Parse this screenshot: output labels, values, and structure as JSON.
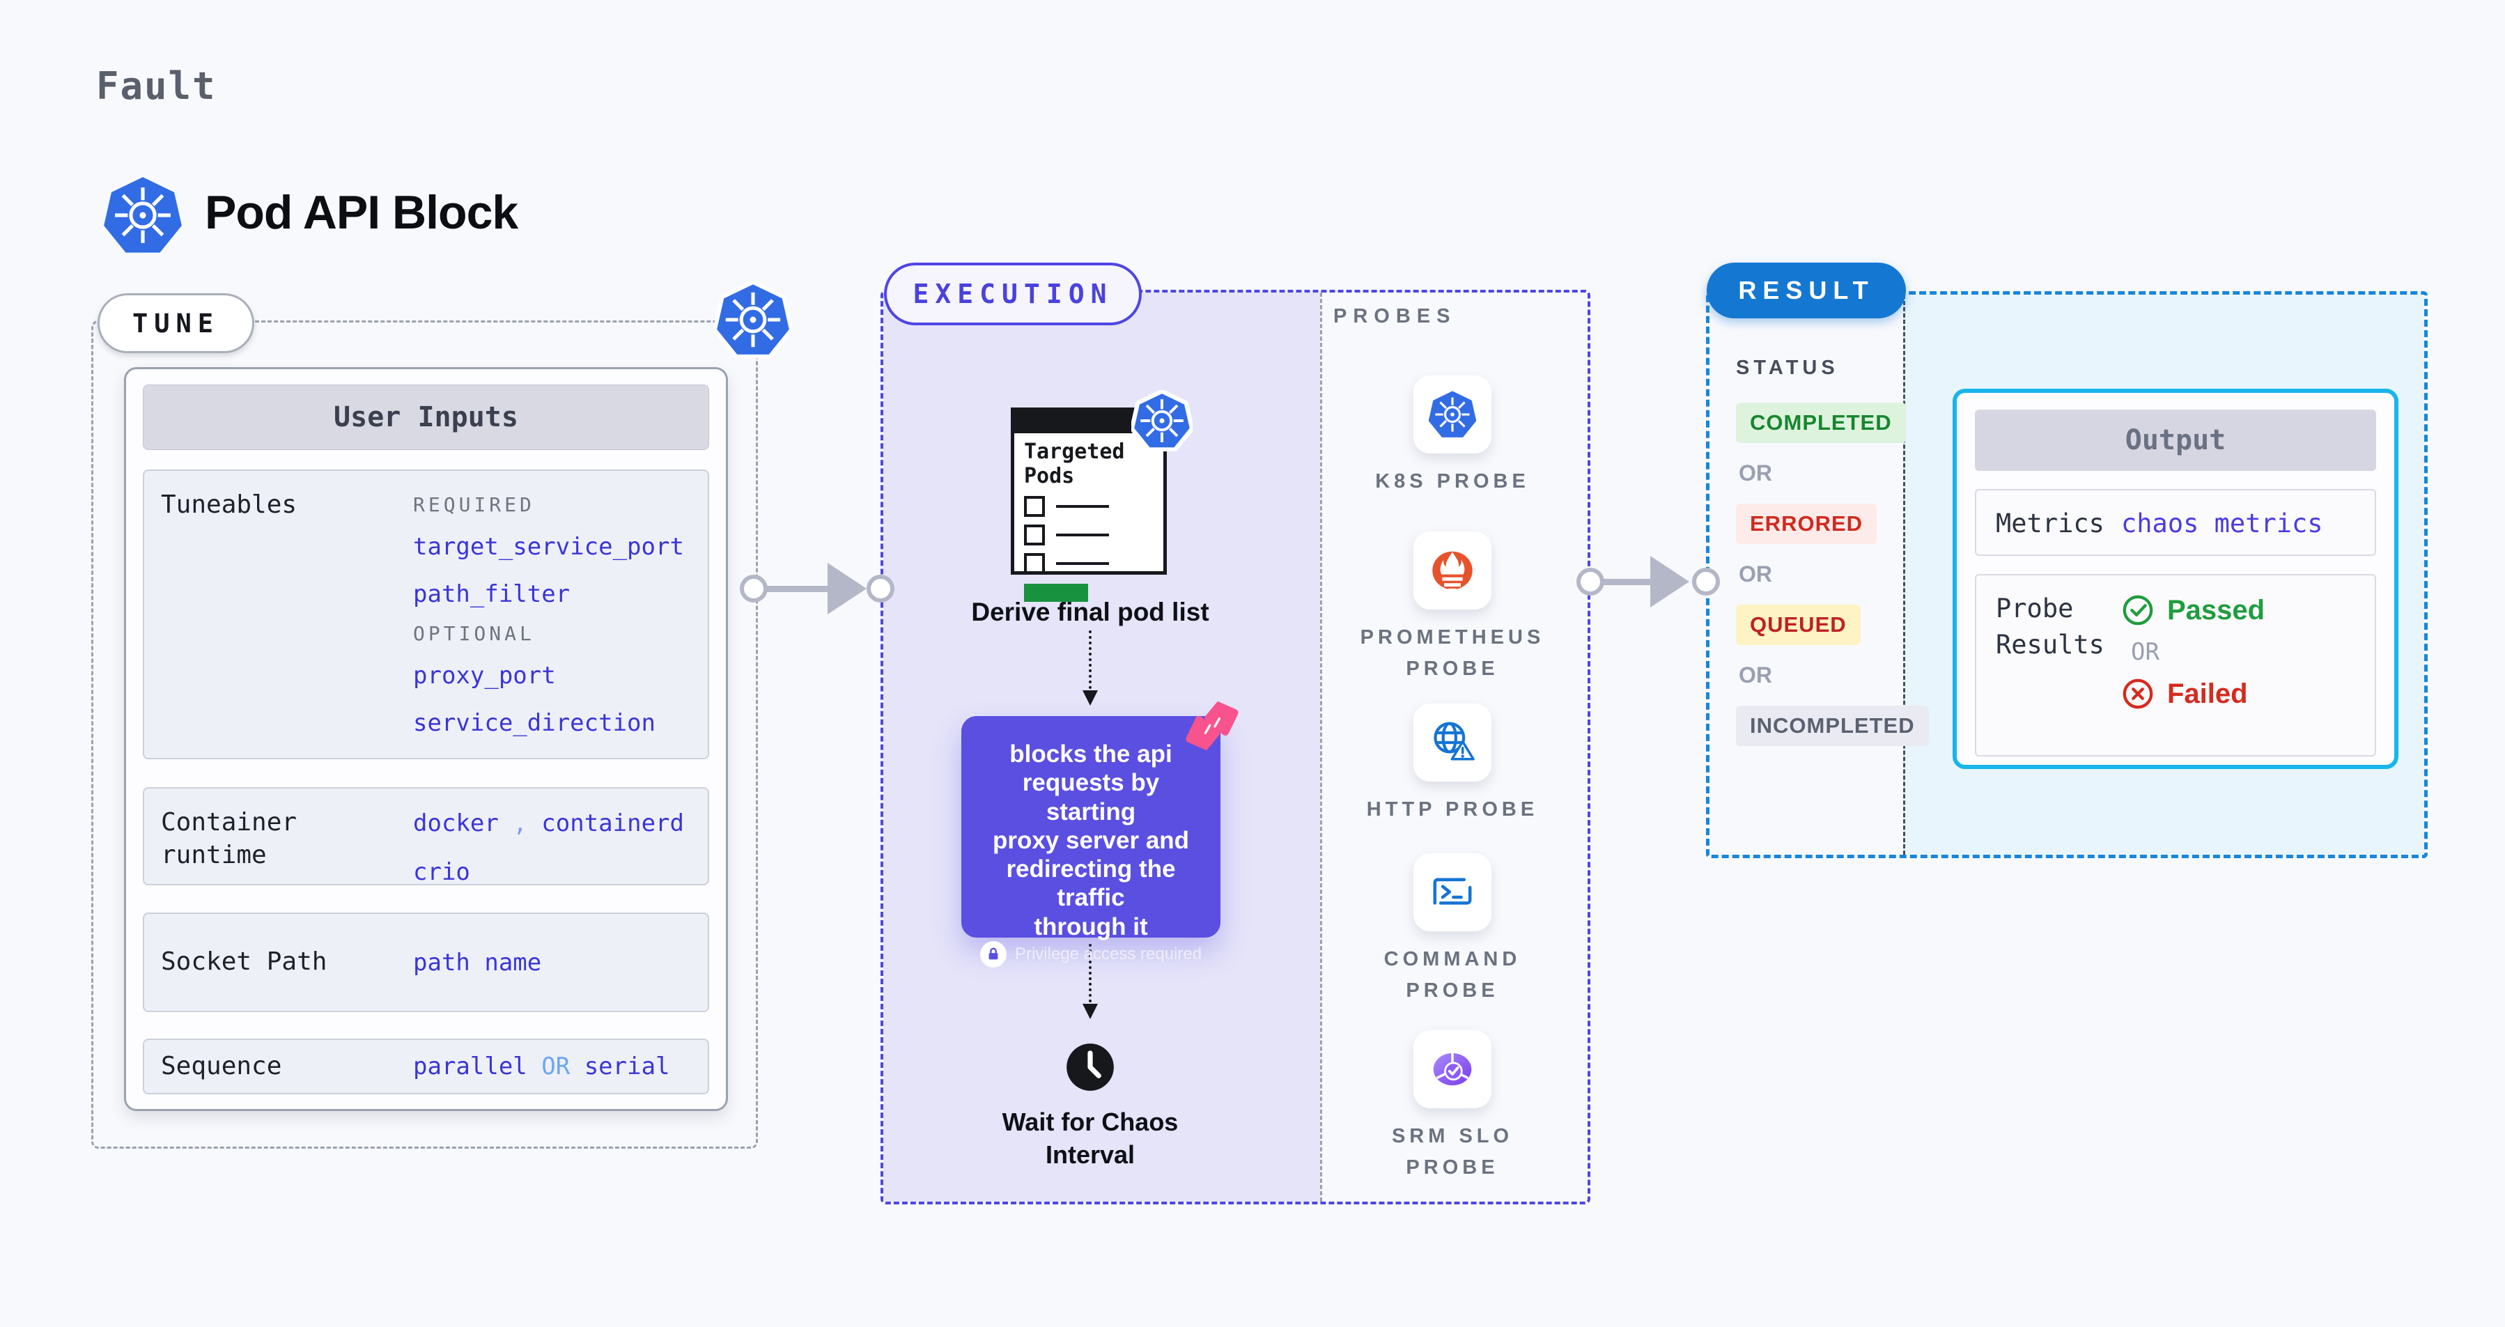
{
  "header": {
    "kicker": "Fault",
    "title": "Pod API Block"
  },
  "tune": {
    "pill_label": "TUNE",
    "card_title": "User Inputs",
    "tuneables": {
      "label": "Tuneables",
      "required_label": "REQUIRED",
      "required_params": [
        "target_service_port",
        "path_filter"
      ],
      "optional_label": "OPTIONAL",
      "optional_params": [
        "proxy_port",
        "service_direction"
      ]
    },
    "container_runtime": {
      "label": "Container runtime",
      "value_1": "docker",
      "separator": ",",
      "value_2": "containerd",
      "value_3": "crio"
    },
    "socket_path": {
      "label": "Socket Path",
      "value": "path name"
    },
    "sequence": {
      "label": "Sequence",
      "value_1": "parallel",
      "or": "OR",
      "value_2": "serial"
    }
  },
  "execution": {
    "pill_label": "EXECUTION",
    "targeted_pods": {
      "title_line1": "Targeted",
      "title_line2": "Pods"
    },
    "derive_label": "Derive final pod list",
    "action_card": {
      "lines": [
        "blocks the api",
        "requests by starting",
        "proxy server and",
        "redirecting the traffic",
        "through it"
      ],
      "privilege_note": "Privilege access required"
    },
    "wait_label_line1": "Wait for Chaos",
    "wait_label_line2": "Interval"
  },
  "probes": {
    "heading": "PROBES",
    "items": [
      {
        "icon": "k8s-probe-icon",
        "label": "K8S PROBE"
      },
      {
        "icon": "prometheus-probe-icon",
        "label": "PROMETHEUS PROBE"
      },
      {
        "icon": "http-probe-icon",
        "label": "HTTP PROBE"
      },
      {
        "icon": "command-probe-icon",
        "label": "COMMAND PROBE"
      },
      {
        "icon": "srm-slo-probe-icon",
        "label": "SRM SLO PROBE"
      }
    ]
  },
  "result": {
    "pill_label": "RESULT",
    "status_heading": "STATUS",
    "or_label": "OR",
    "statuses": [
      {
        "label": "COMPLETED",
        "fg": "#18862f",
        "bg": "#ddf3de"
      },
      {
        "label": "ERRORED",
        "fg": "#d02a20",
        "bg": "#fcebe9"
      },
      {
        "label": "QUEUED",
        "fg": "#bf2222",
        "bg": "#fdf3c4"
      },
      {
        "label": "INCOMPLETED",
        "fg": "#5a6170",
        "bg": "#eaeaf2"
      }
    ],
    "output": {
      "title": "Output",
      "metrics_label": "Metrics",
      "metrics_value": "chaos metrics",
      "probe_results_label": "Probe Results",
      "passed_label": "Passed",
      "or_label": "OR",
      "failed_label": "Failed"
    }
  },
  "colors": {
    "page_bg": "#f8f9fd",
    "k8s_blue": "#326ce5",
    "accent_indigo": "#4f46e5",
    "execution_bg": "#e5e4f9",
    "action_purple": "#5a4fe0",
    "chaos_pink": "#f9538d",
    "param_blue": "#3a35d8",
    "result_blue": "#1478d2",
    "result_dash_blue": "#1886db",
    "result_panel_bg": "#e8f5fc",
    "output_border_cyan": "#18b5ea",
    "passed_green": "#1f9d3f",
    "failed_red": "#d62a1e",
    "arrow_gray": "#b4b7c7",
    "prometheus_orange": "#e6522c",
    "srm_purple": "#7c3aed",
    "green_bar": "#18923f"
  }
}
